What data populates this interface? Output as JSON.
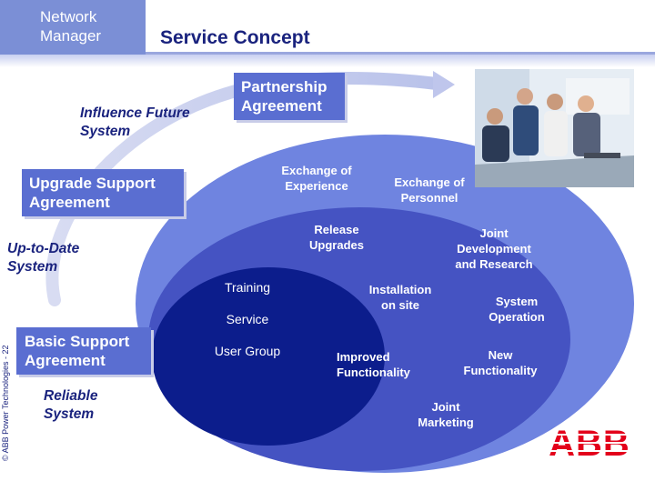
{
  "header": {
    "section_tag": "Network\nManager",
    "title": "Service Concept"
  },
  "boxes": {
    "partnership": "Partnership\nAgreement",
    "upgrade_support": "Upgrade Support\nAgreement",
    "basic_support": "Basic Support\nAgreement"
  },
  "system_labels": {
    "influence": "Influence Future\nSystem",
    "up_to_date": "Up-to-Date\nSystem",
    "reliable": "Reliable\nSystem"
  },
  "outer_ring": {
    "exchange_experience": "Exchange of\nExperience",
    "exchange_personnel": "Exchange of\nPersonnel",
    "system_operation": "System\nOperation",
    "new_functionality": "New\nFunctionality",
    "joint_marketing": "Joint\nMarketing"
  },
  "middle_ring": {
    "release_upgrades": "Release\nUpgrades",
    "joint_development": "Joint\nDevelopment\nand Research",
    "installation": "Installation\non site",
    "improved_functionality": "Improved\nFunctionality"
  },
  "core": {
    "training": "Training",
    "service": "Service",
    "user_group": "User Group"
  },
  "footer": {
    "copyright": "© ABB Power Technologies - 22",
    "logo": "ABB"
  },
  "colors": {
    "outer_ellipse": "#6f84e0",
    "middle_ellipse": "#4553c2",
    "inner_ellipse": "#0c1d8c",
    "box_fill": "#5a6ed1",
    "text_dark": "#1a237e",
    "abb_red": "#e3001b"
  }
}
